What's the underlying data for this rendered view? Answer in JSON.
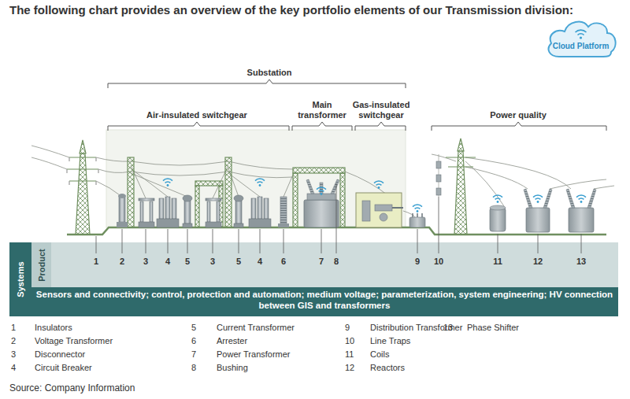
{
  "diagram": {
    "title": "The following chart provides an overview of the key portfolio elements of our Transmission division:",
    "caption": "Source: Company Information",
    "nodes": [
      {
        "text": [
          "Cloud Platform"
        ]
      },
      {
        "text": [
          "Systems",
          "Sensors and connectivity; control, protection and automation; medium voltage; parameterization, system engineering; HV connection between GIS and transformers"
        ]
      },
      {
        "text": [
          "Product"
        ],
        "in": 1
      }
    ],
    "labels": [
      "Substation",
      "Air-insulated switchgear",
      "Main transformer",
      "Gas-insulated switchgear",
      "Power quality",
      "1",
      "2",
      "3",
      "4",
      "5",
      "3",
      "5",
      "4",
      "6",
      "7",
      "8",
      "9",
      "10",
      "11",
      "12",
      "13",
      "1",
      "Insulators",
      "2",
      "Voltage Transformer",
      "3",
      "Disconnector",
      "4",
      "Circuit Breaker",
      "5",
      "Current Transformer",
      "6",
      "Arrester",
      "7",
      "Power Transformer",
      "8",
      "Bushing",
      "9",
      "Distribution Transformer",
      "10",
      "Line Traps",
      "11",
      "Coils",
      "12",
      "Reactors",
      "13",
      "Phase Shifter"
    ]
  }
}
